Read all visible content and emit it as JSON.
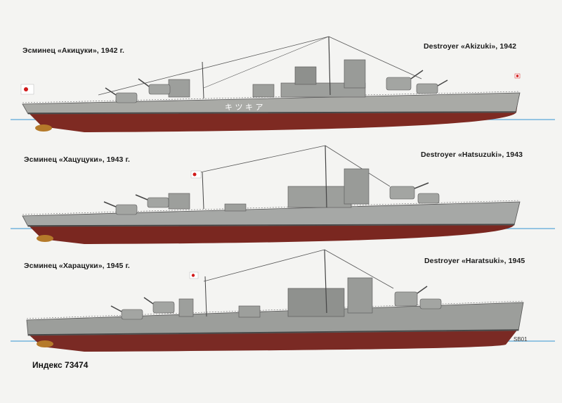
{
  "ships": [
    {
      "caption_ru": "Эсминец «Акицуки», 1942 г.",
      "caption_en": "Destroyer «Akizuki», 1942",
      "hull_marking": "キ ツ キ ア",
      "colors": {
        "hull": "#a9aaa6",
        "below_waterline": "#7e2a22",
        "waterline": "#444444"
      }
    },
    {
      "caption_ru": "Эсминец «Хацуцуки», 1943 г.",
      "caption_en": "Destroyer «Hatsuzuki», 1943",
      "hull_marking": "",
      "colors": {
        "hull": "#a6a8a6",
        "below_waterline": "#7a2720",
        "waterline": "#444444"
      }
    },
    {
      "caption_ru": "Эсминец «Харацуки», 1945 г.",
      "caption_en": "Destroyer «Haratsuki», 1945",
      "hull_marking": "",
      "colors": {
        "hull": "#9c9e9b",
        "below_waterline": "#7a2a24",
        "waterline": "#444444"
      }
    }
  ],
  "index_label": "Индекс 73474",
  "artist_signature": "SB01",
  "sea_line_color": "#5aa8d8",
  "flag_color": "#d11a1a"
}
